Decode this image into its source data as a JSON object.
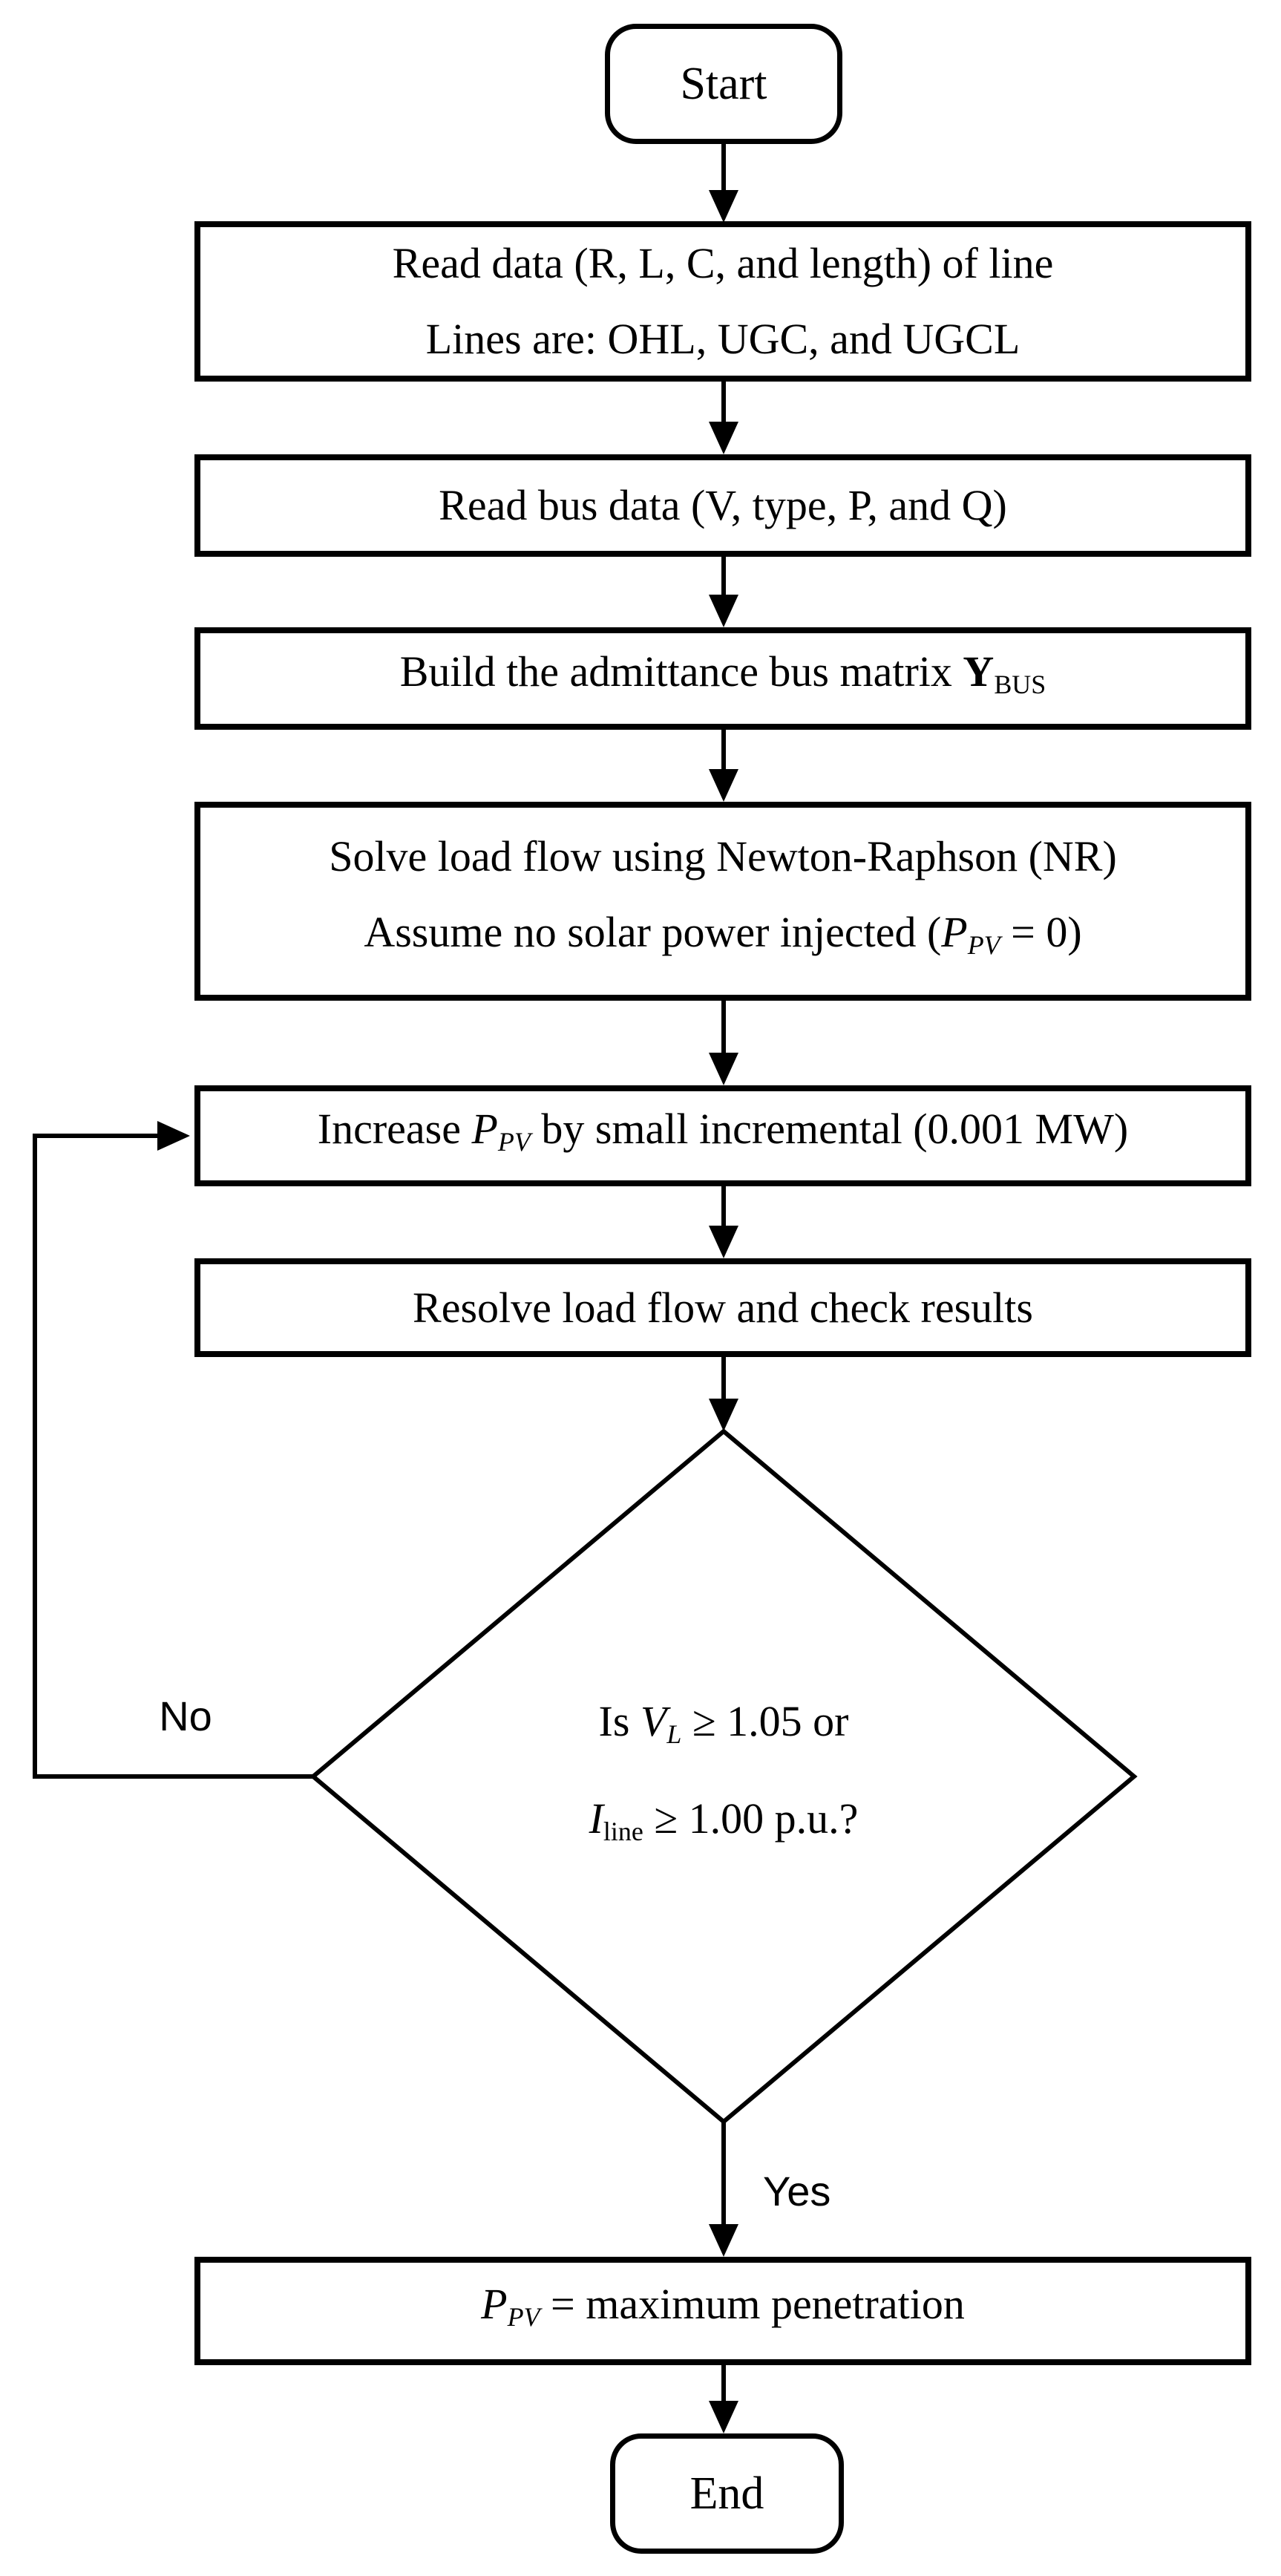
{
  "colors": {
    "stroke": "#000000",
    "background": "#ffffff"
  },
  "nodes": {
    "start": {
      "label": "Start"
    },
    "read_line_data": {
      "lines": [
        [
          {
            "t": "Read data (R, L, C, and length) of line"
          }
        ],
        [
          {
            "t": "Lines are: OHL, UGC, and UGCL"
          }
        ]
      ]
    },
    "read_bus_data": {
      "lines": [
        [
          {
            "t": "Read bus data (V, type, P, and Q)"
          }
        ]
      ]
    },
    "build_ybus": {
      "lines": [
        [
          {
            "t": "Build the admittance bus matrix "
          },
          {
            "t": "Y",
            "b": true
          },
          {
            "t": "BUS",
            "sub": true
          }
        ]
      ]
    },
    "solve_load_flow": {
      "lines": [
        [
          {
            "t": "Solve load flow using Newton-Raphson (NR)"
          }
        ],
        [
          {
            "t": "Assume no solar power injected ("
          },
          {
            "t": "P",
            "i": true
          },
          {
            "t": "PV",
            "i": true,
            "sub": true
          },
          {
            "t": " = 0)"
          }
        ]
      ]
    },
    "increase_ppv": {
      "lines": [
        [
          {
            "t": "Increase "
          },
          {
            "t": "P",
            "i": true
          },
          {
            "t": "PV",
            "i": true,
            "sub": true
          },
          {
            "t": " by small incremental (0.001 MW)"
          }
        ]
      ]
    },
    "resolve_load_flow": {
      "lines": [
        [
          {
            "t": "Resolve load flow and check results"
          }
        ]
      ]
    },
    "decision": {
      "lines": [
        [
          {
            "t": "Is "
          },
          {
            "t": "V",
            "i": true
          },
          {
            "t": "L",
            "i": true,
            "sub": true
          },
          {
            "t": " ≥ 1.05 or"
          }
        ],
        [
          {
            "t": "I",
            "i": true
          },
          {
            "t": "line",
            "sub": true
          },
          {
            "t": " ≥ 1.00 p.u.?"
          }
        ]
      ]
    },
    "max_penetration": {
      "lines": [
        [
          {
            "t": "P",
            "i": true
          },
          {
            "t": "PV",
            "i": true,
            "sub": true
          },
          {
            "t": " = maximum penetration"
          }
        ]
      ]
    },
    "end": {
      "label": "End"
    }
  },
  "edges": {
    "no_label": "No",
    "yes_label": "Yes"
  }
}
